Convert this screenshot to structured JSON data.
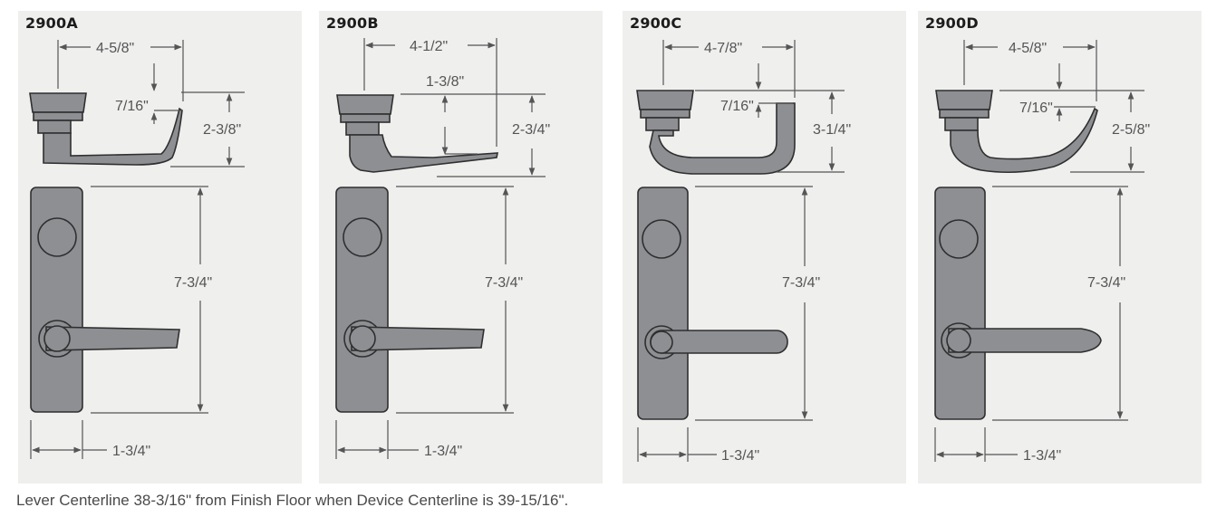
{
  "variants": [
    {
      "model": "2900A",
      "top_width": "4-5/8\"",
      "offset": "7/16\"",
      "height": "2-3/8\"",
      "plate_height": "7-3/4\"",
      "plate_width": "1-3/4\""
    },
    {
      "model": "2900B",
      "top_width": "4-1/2\"",
      "offset": "1-3/8\"",
      "height": "2-3/4\"",
      "plate_height": "7-3/4\"",
      "plate_width": "1-3/4\""
    },
    {
      "model": "2900C",
      "top_width": "4-7/8\"",
      "offset": "7/16\"",
      "height": "3-1/4\"",
      "plate_height": "7-3/4\"",
      "plate_width": "1-3/4\""
    },
    {
      "model": "2900D",
      "top_width": "4-5/8\"",
      "offset": "7/16\"",
      "height": "2-5/8\"",
      "plate_height": "7-3/4\"",
      "plate_width": "1-3/4\""
    }
  ],
  "caption": "Lever Centerline 38-3/16\" from Finish Floor when Device Centerline is 39-15/16\".",
  "colors": {
    "panel": "#efefee",
    "metal": "#8d8f93",
    "outline": "#2f2f2f",
    "dimension": "#555555"
  }
}
